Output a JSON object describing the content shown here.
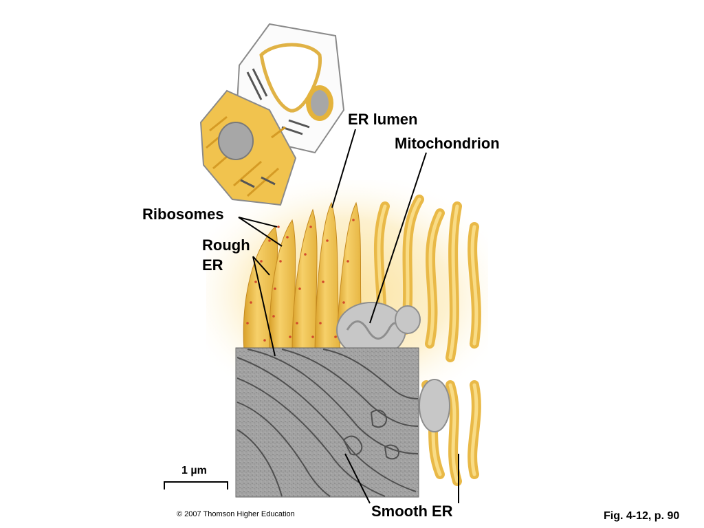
{
  "labels": {
    "er_lumen": "ER lumen",
    "mitochondrion": "Mitochondrion",
    "ribosomes": "Ribosomes",
    "rough_er_line1": "Rough",
    "rough_er_line2": "ER",
    "smooth_er": "Smooth ER",
    "scale": "1 µm"
  },
  "footer": {
    "copyright": "© 2007 Thomson Higher Education",
    "figure_ref": "Fig. 4-12, p. 90"
  },
  "colors": {
    "er_yellow": "#f2c64a",
    "er_light": "#fbe7a8",
    "ribosome_red": "#d24a2c",
    "mito_gray": "#b9b9b9",
    "micrograph_gray": "#9a9a9a",
    "nucleus_gray": "#a7a7a7"
  }
}
